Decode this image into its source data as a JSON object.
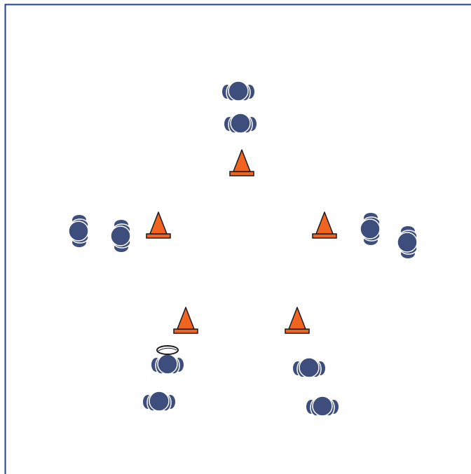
{
  "diagram": {
    "colors": {
      "background": "#ffffff",
      "border": "#1f3f8f",
      "player": "#3d4d7c",
      "cone": "#f0641f",
      "cone_outline": "#1a1a1a",
      "ball": "#ffffff"
    },
    "icons": {
      "player": "player-topdown-icon",
      "cone": "cone-icon",
      "ball": "ball-icon"
    },
    "counts": {
      "cones": 5,
      "players": 10,
      "balls": 1
    }
  }
}
